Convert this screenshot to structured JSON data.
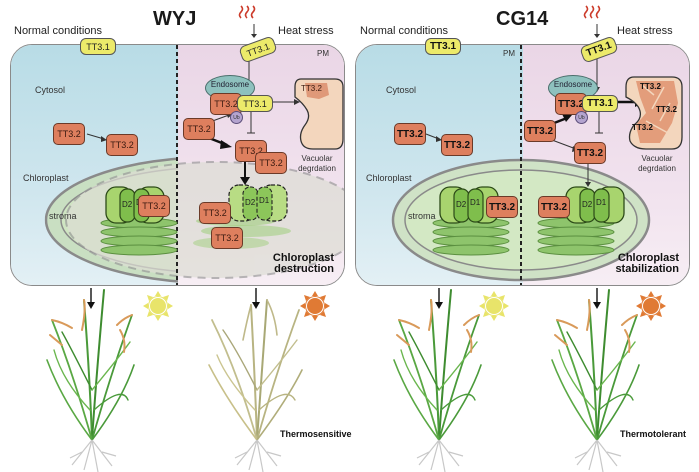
{
  "panels": [
    {
      "id": "wyj",
      "title": "WYJ",
      "normal_label": "Normal conditions",
      "heat_label": "Heat stress",
      "pm_label": "PM",
      "cytosol_label": "Cytosol",
      "chloroplast_label": "Chloroplast",
      "stroma_label": "stroma",
      "endosome_label": "Endosome",
      "ub_label": "Ub",
      "protein_a": "TT3.1",
      "protein_b": "TT3.2",
      "d1_label": "D1",
      "d2_label": "D2",
      "vacuole_label": "Vacuolar degrdation",
      "vacuole_label_line1": "Vacuolar",
      "vacuole_label_line2": "degrdation",
      "outcome_line1": "Chloroplast",
      "outcome_line2": "destruction",
      "plant_outcome": "Thermosensitive"
    },
    {
      "id": "cg14",
      "title": "CG14",
      "normal_label": "Normal conditions",
      "heat_label": "Heat stress",
      "pm_label": "PM",
      "cytosol_label": "Cytosol",
      "chloroplast_label": "Chloroplast",
      "stroma_label": "stroma",
      "endosome_label": "Endosome",
      "ub_label": "Ub",
      "protein_a": "TT3.1",
      "protein_b": "TT3.2",
      "d1_label": "D1",
      "d2_label": "D2",
      "vacuole_label": "Vacuolar degrdation",
      "vacuole_label_line1": "Vacuolar",
      "vacuole_label_line2": "degrdation",
      "outcome_line1": "Chloroplast",
      "outcome_line2": "stabilization",
      "plant_outcome": "Thermotolerant"
    }
  ],
  "colors": {
    "tt32": "#de7f5e",
    "tt31": "#ecea6a",
    "sun_normal": "#e8e46a",
    "sun_heat": "#e07a34",
    "heat_waves": "#cc3b2a"
  }
}
